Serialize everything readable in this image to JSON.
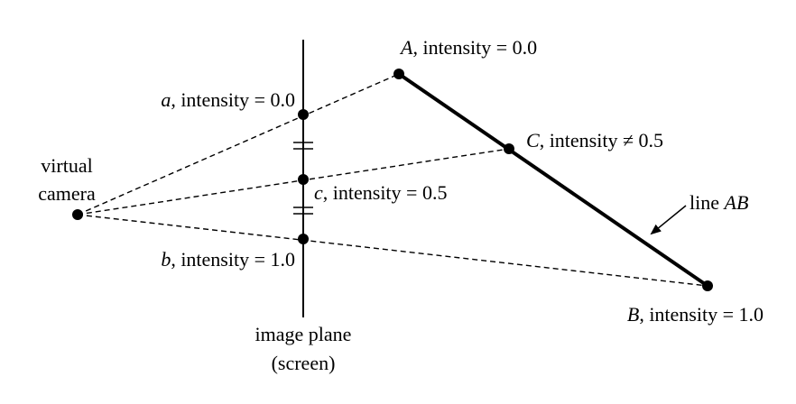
{
  "colors": {
    "ink": "#000000",
    "background": "#ffffff"
  },
  "points": {
    "A": {
      "letter": "A",
      "rest": ", intensity = 0.0"
    },
    "B": {
      "letter": "B",
      "rest": ", intensity = 1.0"
    },
    "C": {
      "letter": "C",
      "rest": ", intensity ≠ 0.5"
    },
    "a": {
      "letter": "a",
      "rest": ", intensity = 0.0"
    },
    "b": {
      "letter": "b",
      "rest": ", intensity = 1.0"
    },
    "c": {
      "letter": "c",
      "rest": ", intensity = 0.5"
    }
  },
  "camera": {
    "line1": "virtual",
    "line2": "camera"
  },
  "image_plane": {
    "line1": "image plane",
    "line2": "(screen)"
  },
  "line_label": {
    "prefix": "line ",
    "name": "AB"
  }
}
